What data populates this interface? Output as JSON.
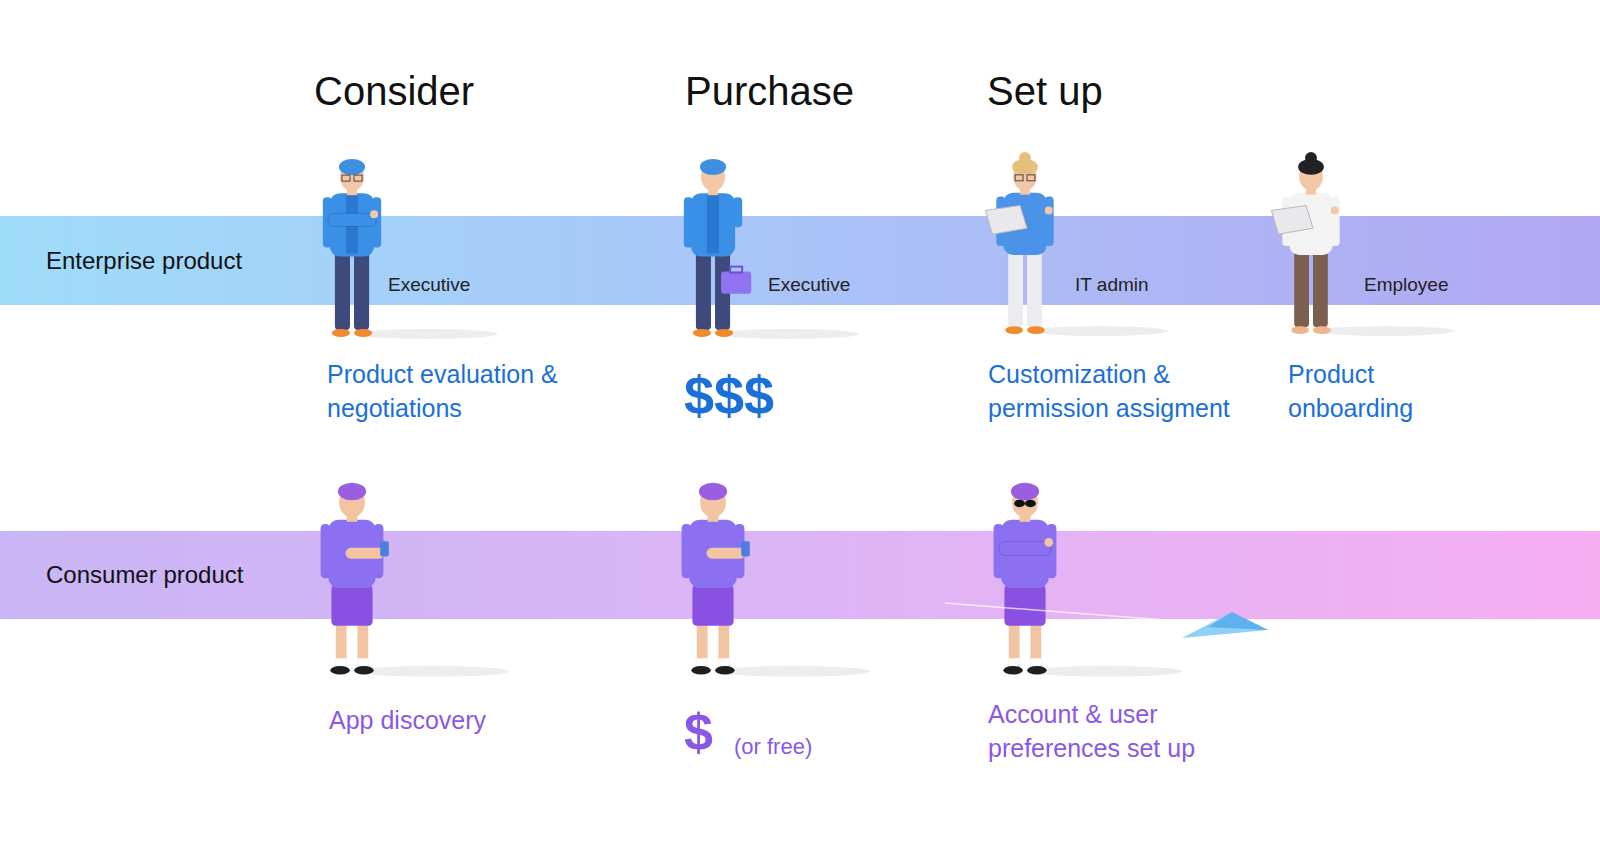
{
  "diagram": {
    "nodes": [
      {
        "text": [
          "Enterprise product"
        ]
      },
      {
        "text": [
          "Consumer product"
        ]
      }
    ],
    "labels": [
      "Consider",
      "Purchase",
      "Set up",
      "Executive",
      "Executive",
      "IT admin",
      "Employee",
      "Product evaluation & negotiations",
      "$$$",
      "Customization & permission assigment",
      "Product onboarding",
      "App discovery",
      "$",
      "(or free)",
      "Account & user preferences set up"
    ]
  }
}
